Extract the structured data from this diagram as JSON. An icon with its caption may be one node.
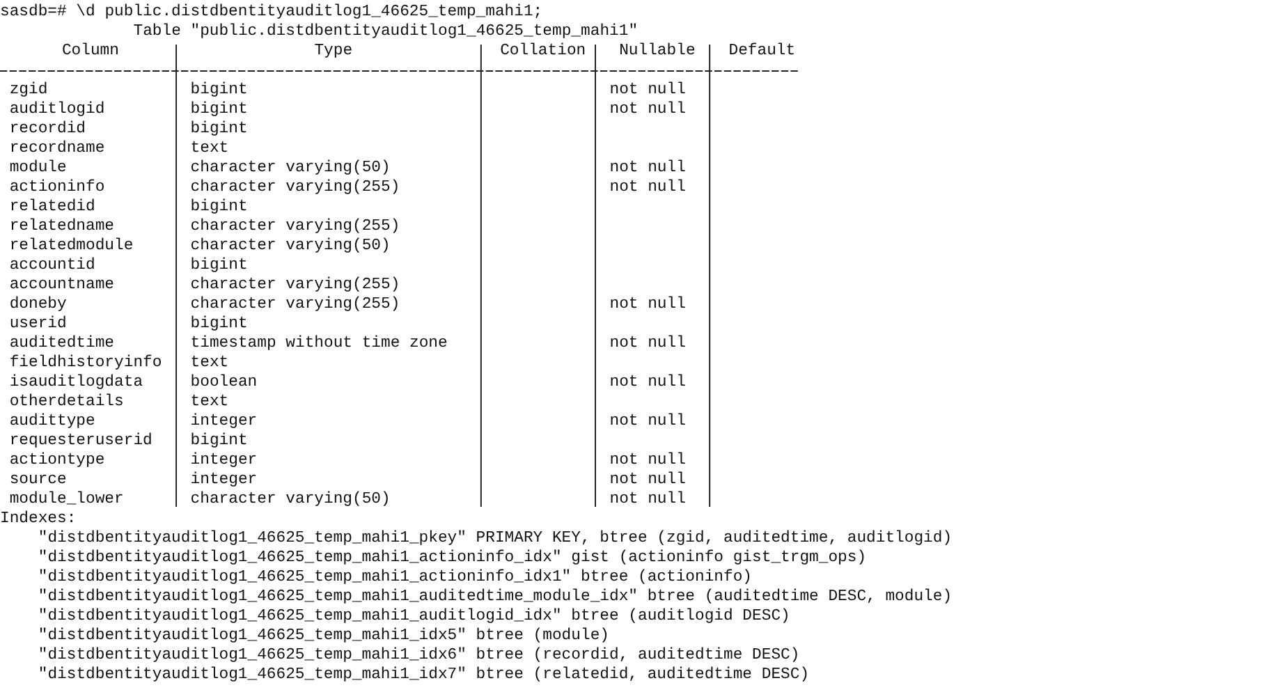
{
  "diagram": {
    "labels": [
      "sasdb=# \\d public.distdbentityauditlog1_46625_temp_mahi1;",
      "Table \"public.distdbentityauditlog1_46625_temp_mahi1\"",
      "Column",
      "Type",
      "Collation",
      "Nullable",
      "Default",
      "zgid",
      "bigint",
      "not null",
      "auditlogid",
      "bigint",
      "not null",
      "recordid",
      "bigint",
      "recordname",
      "text",
      "module",
      "character varying(50)",
      "not null",
      "actioninfo",
      "character varying(255)",
      "not null",
      "relatedid",
      "bigint",
      "relatedname",
      "character varying(255)",
      "relatedmodule",
      "character varying(50)",
      "accountid",
      "bigint",
      "accountname",
      "character varying(255)",
      "doneby",
      "character varying(255)",
      "not null",
      "userid",
      "bigint",
      "auditedtime",
      "timestamp without time zone",
      "not null",
      "fieldhistoryinfo",
      "text",
      "isauditlogdata",
      "boolean",
      "not null",
      "otherdetails",
      "text",
      "audittype",
      "integer",
      "not null",
      "requesteruserid",
      "bigint",
      "actiontype",
      "integer",
      "not null",
      "source",
      "integer",
      "not null",
      "module_lower",
      "character varying(50)",
      "not null",
      "Indexes:",
      "\"distdbentityauditlog1_46625_temp_mahi1_pkey\" PRIMARY KEY, btree (zgid, auditedtime, auditlogid)",
      "\"distdbentityauditlog1_46625_temp_mahi1_actioninfo_idx\" gist (actioninfo gist_trgm_ops)",
      "\"distdbentityauditlog1_46625_temp_mahi1_actioninfo_idx1\" btree (actioninfo)",
      "\"distdbentityauditlog1_46625_temp_mahi1_auditedtime_module_idx\" btree (auditedtime DESC, module)",
      "\"distdbentityauditlog1_46625_temp_mahi1_auditlogid_idx\" btree (auditlogid DESC)",
      "\"distdbentityauditlog1_46625_temp_mahi1_idx5\" btree (module)",
      "\"distdbentityauditlog1_46625_temp_mahi1_idx6\" btree (recordid, auditedtime DESC)",
      "\"distdbentityauditlog1_46625_temp_mahi1_idx7\" btree (relatedid, auditedtime DESC)"
    ]
  }
}
